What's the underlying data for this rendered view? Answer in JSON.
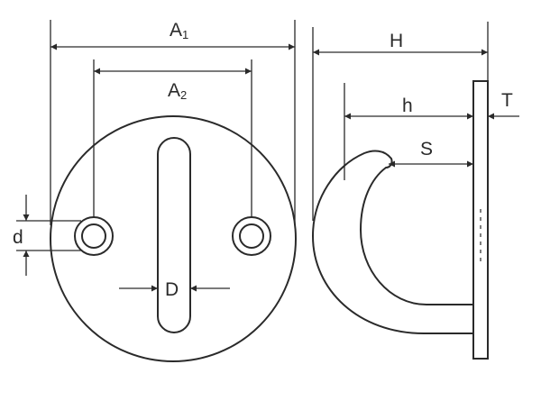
{
  "labels": {
    "a1": {
      "main": "A",
      "sub": "1"
    },
    "a2": {
      "main": "A",
      "sub": "2"
    },
    "h_upper": "H",
    "h_lower": "h",
    "t": "T",
    "s": "S",
    "d_lower": "d",
    "d_upper": "D"
  }
}
